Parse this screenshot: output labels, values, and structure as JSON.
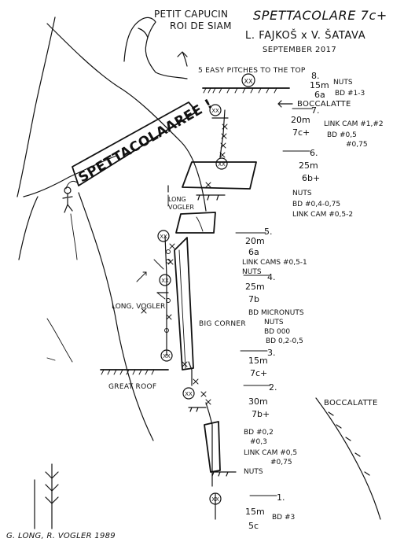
{
  "header": {
    "title": "SPETTACOLARE 7c+",
    "authors": "L. FAJKOŠ x V. ŠATAVA",
    "date": "SEPTEMBER 2017"
  },
  "peaks": {
    "petit_capucin": "PETIT CAPUCIN",
    "roi_de_siam": "ROI DE SIAM"
  },
  "route_shout": "SPETTACOLAAREE !",
  "notes": {
    "easy_pitches": "5 EASY PITCHES TO THE TOP",
    "boccalatte_top": "BOCCALATTE",
    "boccalatte_right": "BOCCALATTE",
    "long_vogler_upper_1": "LONG",
    "long_vogler_upper_2": "VOGLER",
    "long_vogler_left": "LONG, VOGLER",
    "big_corner": "BIG CORNER",
    "great_roof": "GREAT ROOF",
    "credit": "G. LONG, R. VOGLER 1989"
  },
  "pitches": [
    {
      "number": "8.",
      "length": "15m",
      "grade": "6a",
      "gear": [
        "NUTS",
        "BD #1-3"
      ]
    },
    {
      "number": "7.",
      "length": "20m",
      "grade": "7c+",
      "gear": [
        "LINK CAM #1,#2",
        "BD #0,5",
        "#0,75"
      ]
    },
    {
      "number": "6.",
      "length": "25m",
      "grade": "6b+",
      "gear": [
        "NUTS",
        "BD #0,4-0,75",
        "LINK CAM #0,5-2"
      ]
    },
    {
      "number": "5.",
      "length": "20m",
      "grade": "6a",
      "gear": [
        "LINK CAMS #0,5-1",
        "NUTS"
      ]
    },
    {
      "number": "4.",
      "length": "25m",
      "grade": "7b",
      "gear": [
        "BD MICRONUTS",
        "NUTS",
        "BD 000",
        "BD 0,2-0,5"
      ]
    },
    {
      "number": "3.",
      "length": "15m",
      "grade": "7c+",
      "gear": []
    },
    {
      "number": "2.",
      "length": "30m",
      "grade": "7b+",
      "gear": [
        "BD #0,2",
        "#0,3",
        "LINK CAM #0,5",
        "#0,75",
        "NUTS"
      ]
    },
    {
      "number": "1.",
      "length": "15m",
      "grade": "5c",
      "gear": [
        "BD #3"
      ]
    }
  ],
  "belays": [
    "XX",
    "XX",
    "XX",
    "XX",
    "XX",
    "XX",
    "XX",
    "XX"
  ]
}
